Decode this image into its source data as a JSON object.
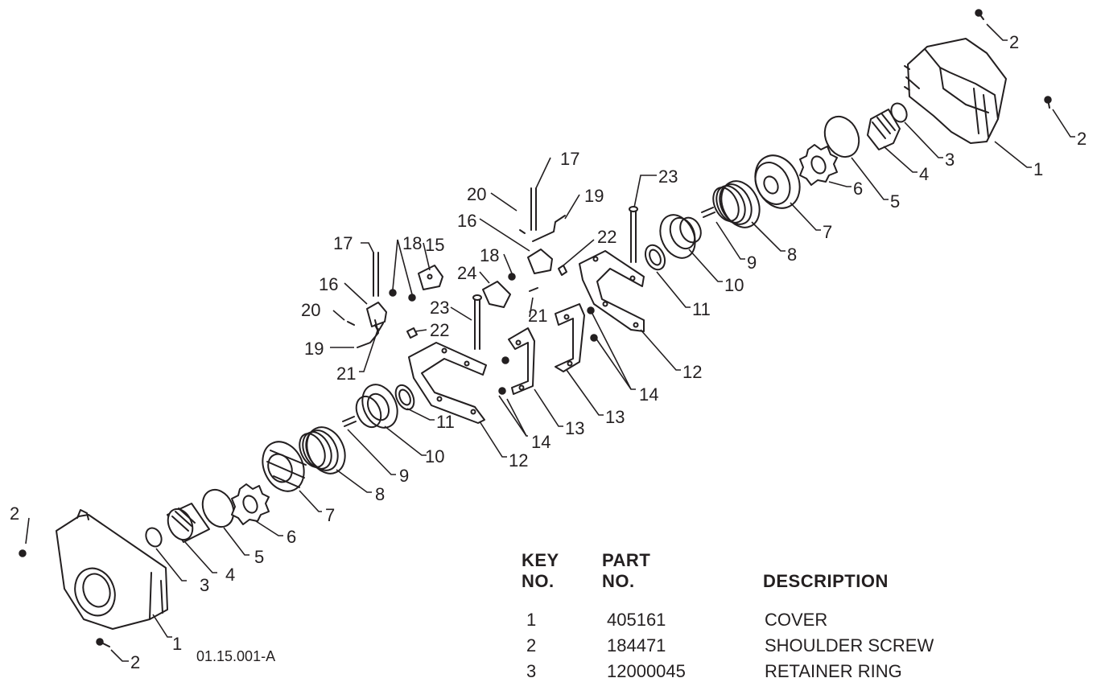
{
  "drawing_number": "01.15.001-A",
  "callouts": [
    "1",
    "2",
    "3",
    "4",
    "5",
    "6",
    "7",
    "8",
    "9",
    "10",
    "11",
    "12",
    "13",
    "14",
    "15",
    "16",
    "17",
    "18",
    "19",
    "20",
    "21",
    "22",
    "23",
    "24"
  ],
  "table": {
    "headers": {
      "key_line1": "KEY",
      "key_line2": "NO.",
      "part_line1": "PART",
      "part_line2": "NO.",
      "description": "DESCRIPTION"
    },
    "rows": [
      {
        "key": "1",
        "part": "405161",
        "description": "COVER"
      },
      {
        "key": "2",
        "part": "184471",
        "description": "SHOULDER SCREW"
      },
      {
        "key": "3",
        "part": "12000045",
        "description": "RETAINER RING"
      }
    ]
  }
}
